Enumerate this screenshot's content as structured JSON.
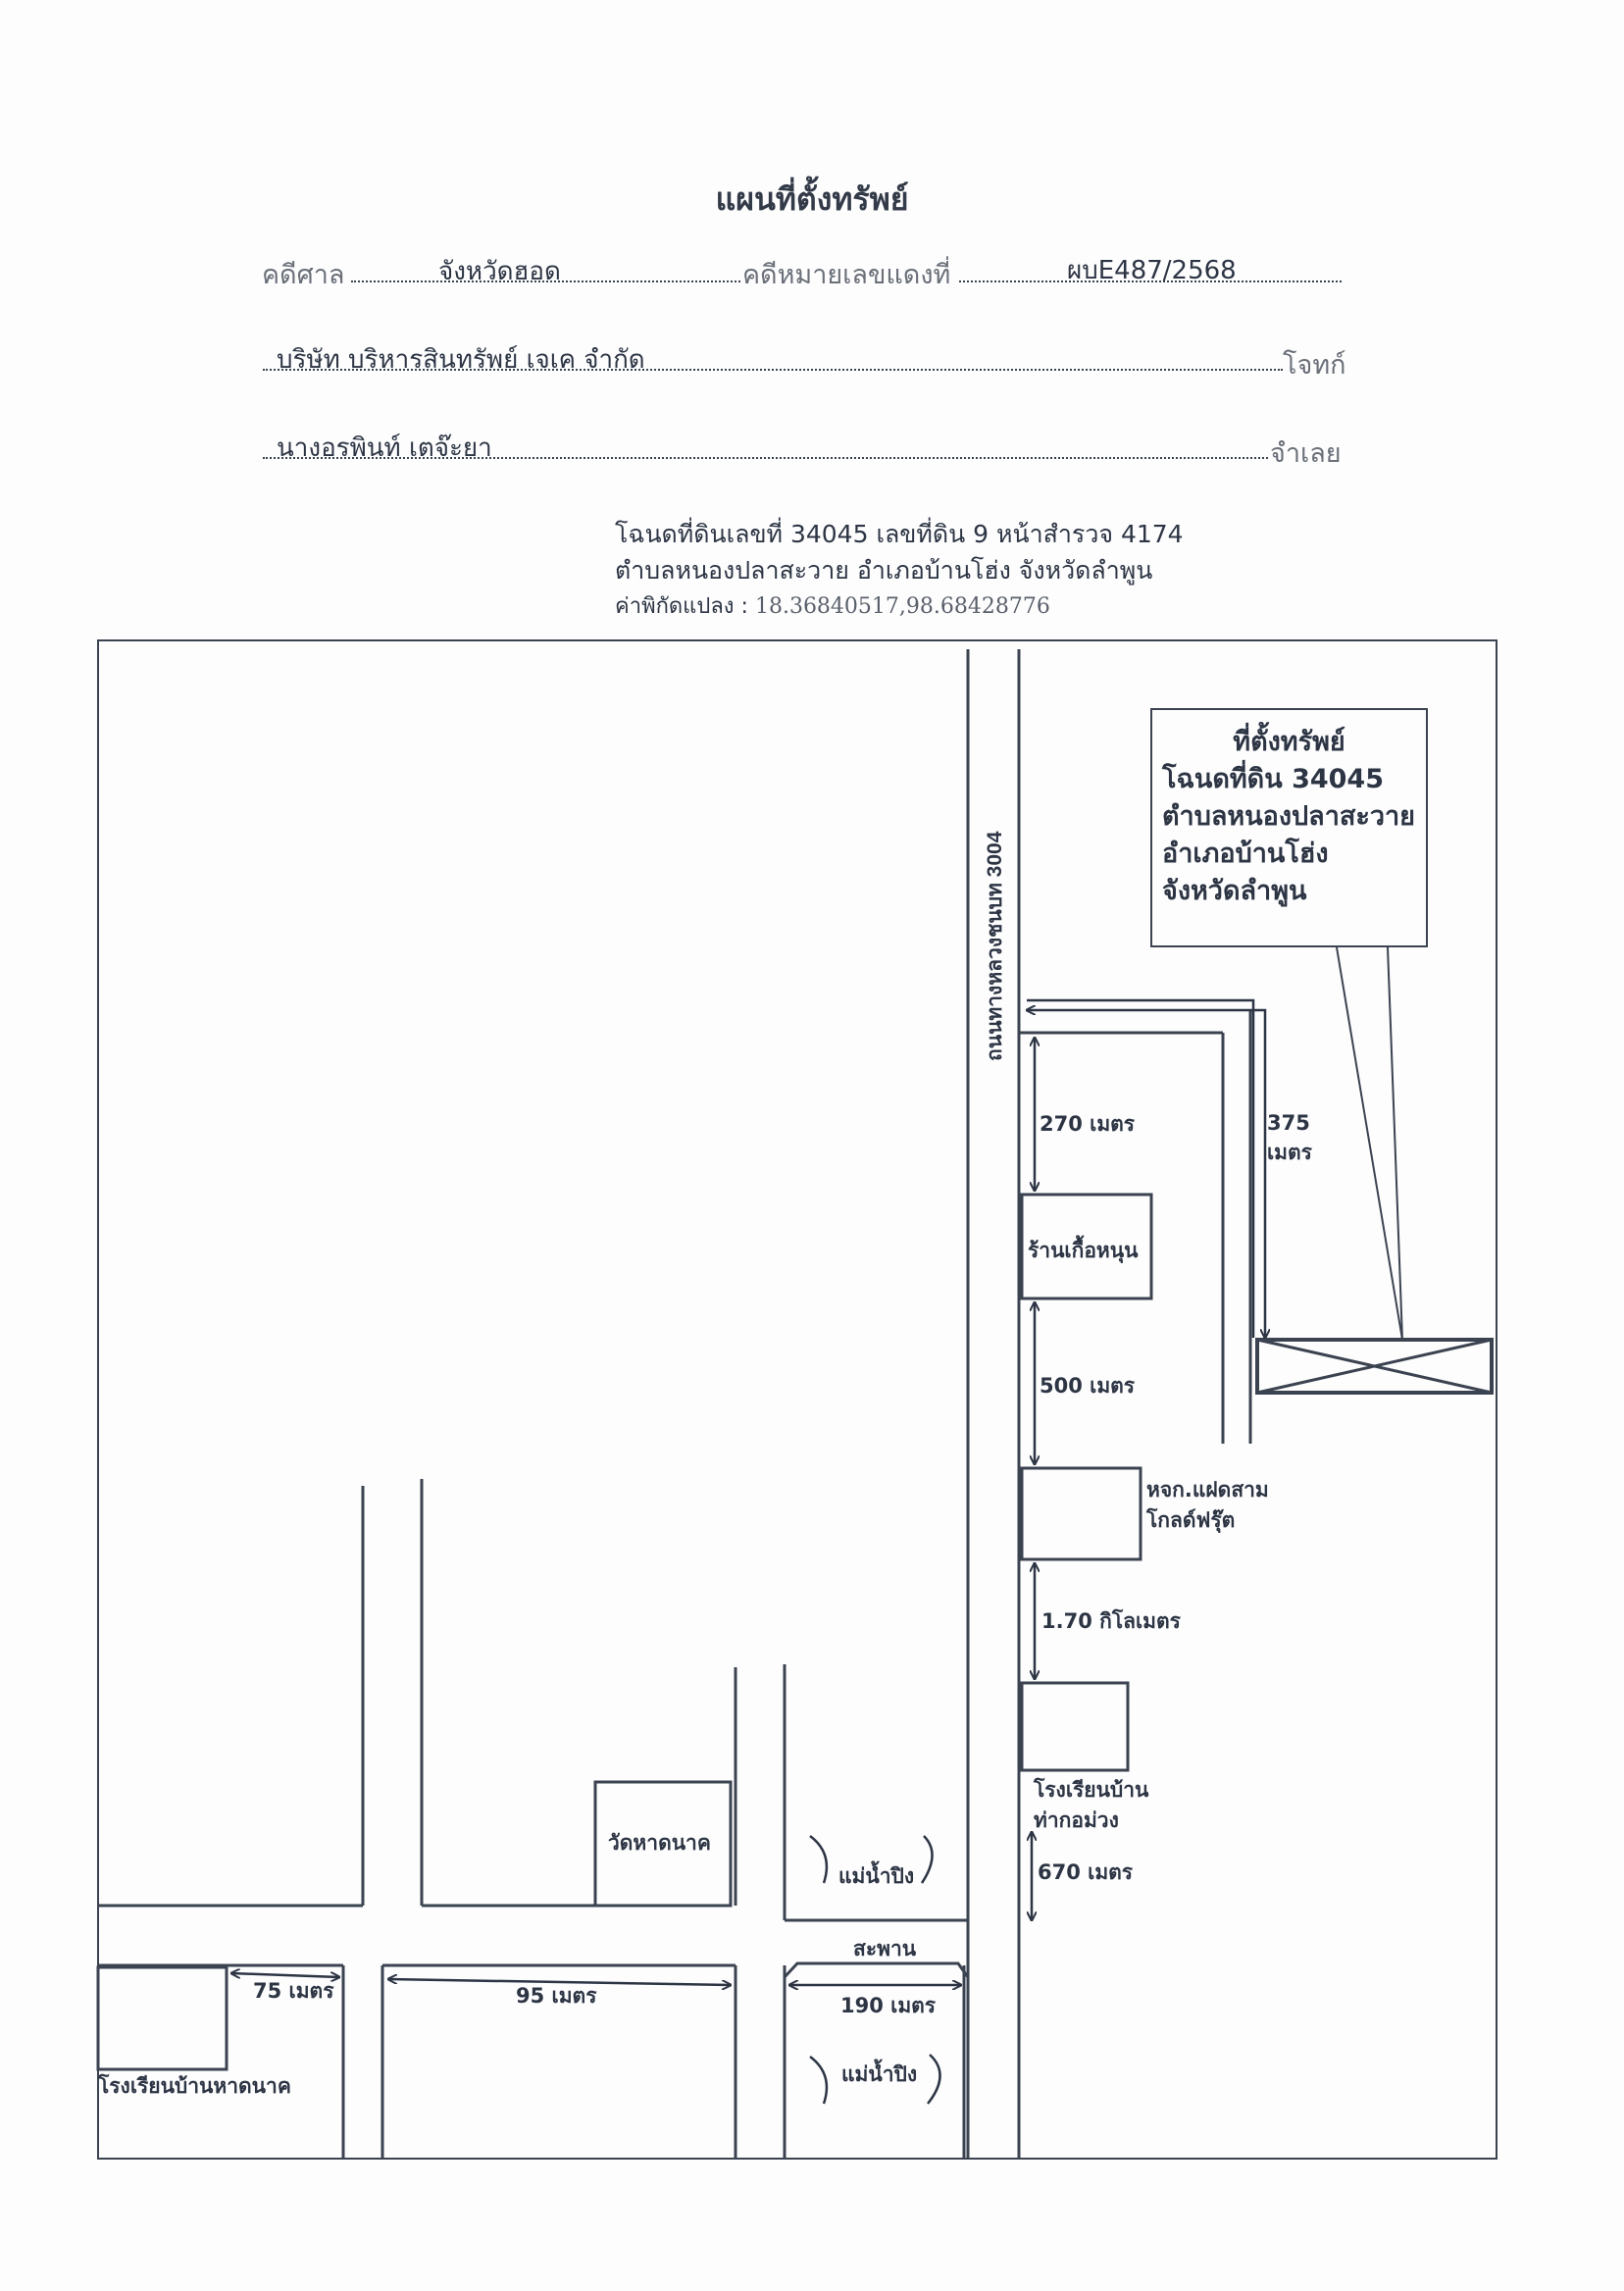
{
  "header": {
    "title": "แผนที่ตั้งทรัพย์",
    "court_label": "คดีศาล",
    "court_value": "จังหวัดฮอด",
    "case_label": "คดีหมายเลขแดงที่",
    "case_value": "ผบE487/2568",
    "plaintiff_value": "บริษัท บริหารสินทรัพย์ เจเค จำกัด",
    "plaintiff_label": "โจทก์",
    "defendant_value": "นางอรพินท์ เตจ๊ะยา",
    "defendant_label": "จำเลย"
  },
  "deed_info": {
    "line1": "โฉนดที่ดินเลขที่ 34045 เลขที่ดิน 9 หน้าสำรวจ 4174",
    "line2": "ตำบลหนองปลาสะวาย อำเภอบ้านโฮ่ง จังหวัดลำพูน",
    "coord_label": "ค่าพิกัดแปลง :",
    "coord_value": "18.36840517,98.68428776"
  },
  "map": {
    "callout": {
      "line1": "ที่ตั้งทรัพย์",
      "line2": "โฉนดที่ดิน 34045",
      "line3": "ตำบลหนองปลาสะวาย",
      "line4": "อำเภอบ้านโฮ่ง",
      "line5": "จังหวัดลำพูน"
    },
    "road_label": "ถนนทางหลวงชนบท 3004",
    "dist_375_a": "375",
    "dist_375_b": "เมตร",
    "dist_270": "270 เมตร",
    "shop": "ร้านเกื้อหนุน",
    "dist_500": "500 เมตร",
    "company_a": "หจก.แฝดสาม",
    "company_b": "โกลด์ฟรุ๊ต",
    "dist_170": "1.70 กิโลเมตร",
    "school_a": "โรงเรียนบ้าน",
    "school_b": "ท่ากอม่วง",
    "dist_670": "670 เมตร",
    "temple": "วัดหาดนาค",
    "river_1": "แม่น้ำปิง",
    "bridge": "สะพาน",
    "dist_190": "190 เมตร",
    "river_2": "แม่น้ำปิง",
    "dist_95": "95 เมตร",
    "dist_75": "75 เมตร",
    "school_hadnak": "โรงเรียนบ้านหาดนาค"
  }
}
